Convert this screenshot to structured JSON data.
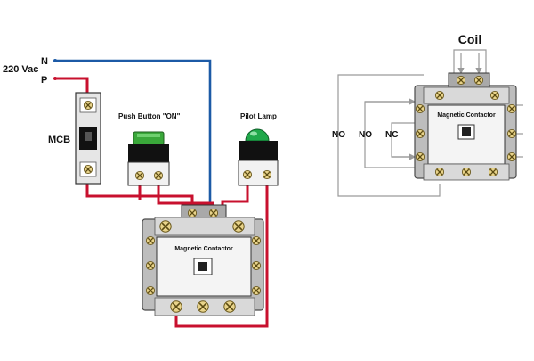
{
  "labels": {
    "supply_voltage": "220 Vac",
    "neutral": "N",
    "phase": "P",
    "mcb": "MCB",
    "push_button": "Push Button \"ON\"",
    "pilot_lamp": "Pilot Lamp",
    "contactor_main": "Magnetic Contactor",
    "contactor_side": "Magnetic Contactor",
    "coil": "Coil",
    "no_outer": "NO",
    "no_inner": "NO",
    "nc": "NC"
  },
  "colors": {
    "phase_wire": "#c8102e",
    "neutral_wire": "#1c5aa6",
    "diagram_line": "#9a9a9a",
    "button_green": "#3aa83a",
    "lamp_green": "#1fa84a",
    "body_gray": "#bdbdbd",
    "panel_white": "#f4f4f4",
    "terminal_yellow": "#e9d36a"
  }
}
